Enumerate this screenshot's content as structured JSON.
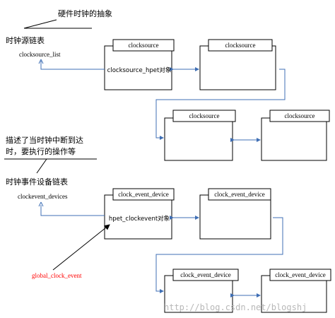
{
  "annotations": {
    "hardware_clock_abstraction": "硬件时钟的抽象",
    "clocksource_list_title": "时钟源链表",
    "event_description_line1": "描述了当时钟中断到达",
    "event_description_line2": "时，要执行的操作等",
    "clockevent_list_title": "时钟事件设备链表"
  },
  "heads": {
    "clocksource_list": "clocksource_list",
    "clockevent_devices": "clockevent_devices",
    "global_clock_event": "global_clock_event"
  },
  "clocksource_nodes": [
    {
      "title": "clocksource",
      "body": "clocksource_hpet对象"
    },
    {
      "title": "clocksource"
    },
    {
      "title": "clocksource"
    },
    {
      "title": "clocksource"
    }
  ],
  "clockevent_nodes": [
    {
      "title": "clock_event_device",
      "body": "hpet_clockevent对象"
    },
    {
      "title": "clock_event_device"
    },
    {
      "title": "clock_event_device"
    },
    {
      "title": "clock_event_device"
    }
  ],
  "watermark": "http://blog.csdn.net/blogshj",
  "colors": {
    "link_arrow": "#3f6fb5",
    "highlight_text": "#ff0000",
    "outline": "#000000"
  }
}
